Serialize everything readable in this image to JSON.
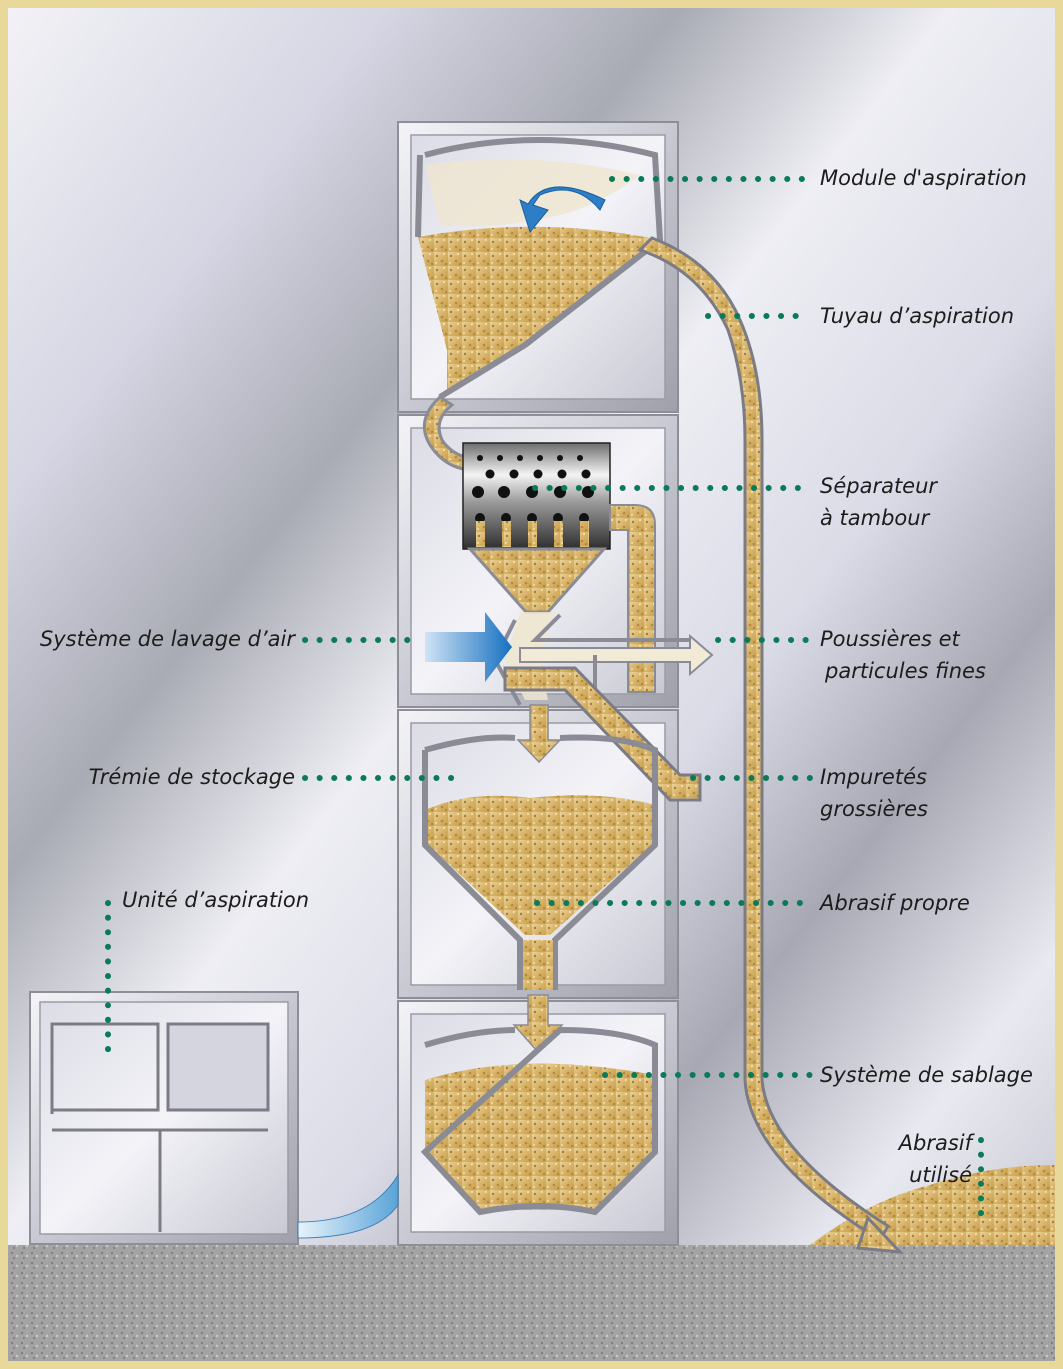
{
  "labels": {
    "module_aspiration": "Module d'aspiration",
    "tuyau_aspiration": "Tuyau d’aspiration",
    "separateur_l1": "Séparateur",
    "separateur_l2": "à tambour",
    "lavage_air": "Système de lavage d’air",
    "poussieres_l1": "Poussières et",
    "poussieres_l2": "particules fines",
    "tremie": "Trémie de stockage",
    "impuretes_l1": "Impuretés",
    "impuretes_l2": "grossières",
    "unite_aspiration": "Unité d’aspiration",
    "abrasif_propre": "Abrasif propre",
    "systeme_sablage": "Système de sablage",
    "abrasif_utilise_l1": "Abrasif",
    "abrasif_utilise_l2": "utilisé"
  },
  "colors": {
    "leader_dots": "#0a7a5a",
    "sand": "#d9b66a",
    "frame": "#c4c6cf",
    "border": "#e9dba0",
    "air_arrow": "#1f7fc8",
    "floor": "#9a9a9a"
  }
}
